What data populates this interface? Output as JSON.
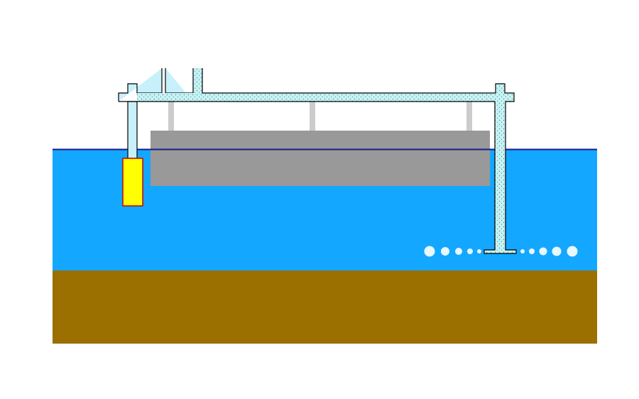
{
  "diagram": {
    "colors": {
      "background": "#ffffff",
      "water": "#14a7ff",
      "water_surface_line": "#1a1a8c",
      "seabed": "#9b6f00",
      "pipe_fill": "#c8f0fa",
      "pipe_outline": "#000000",
      "pipe_particles": "#33aa55",
      "platform_deck": "#999999",
      "support_post": "#cccccc",
      "float_box": "#ffff00",
      "float_box_outline": "#cc0000",
      "bubbles": "#e8f8ff"
    },
    "components": {
      "water": "water",
      "seabed": "seabed",
      "deck": "floating-platform",
      "pipe_network": "pipe-network",
      "float": "float-box",
      "bubbles": "air-bubbles"
    }
  }
}
